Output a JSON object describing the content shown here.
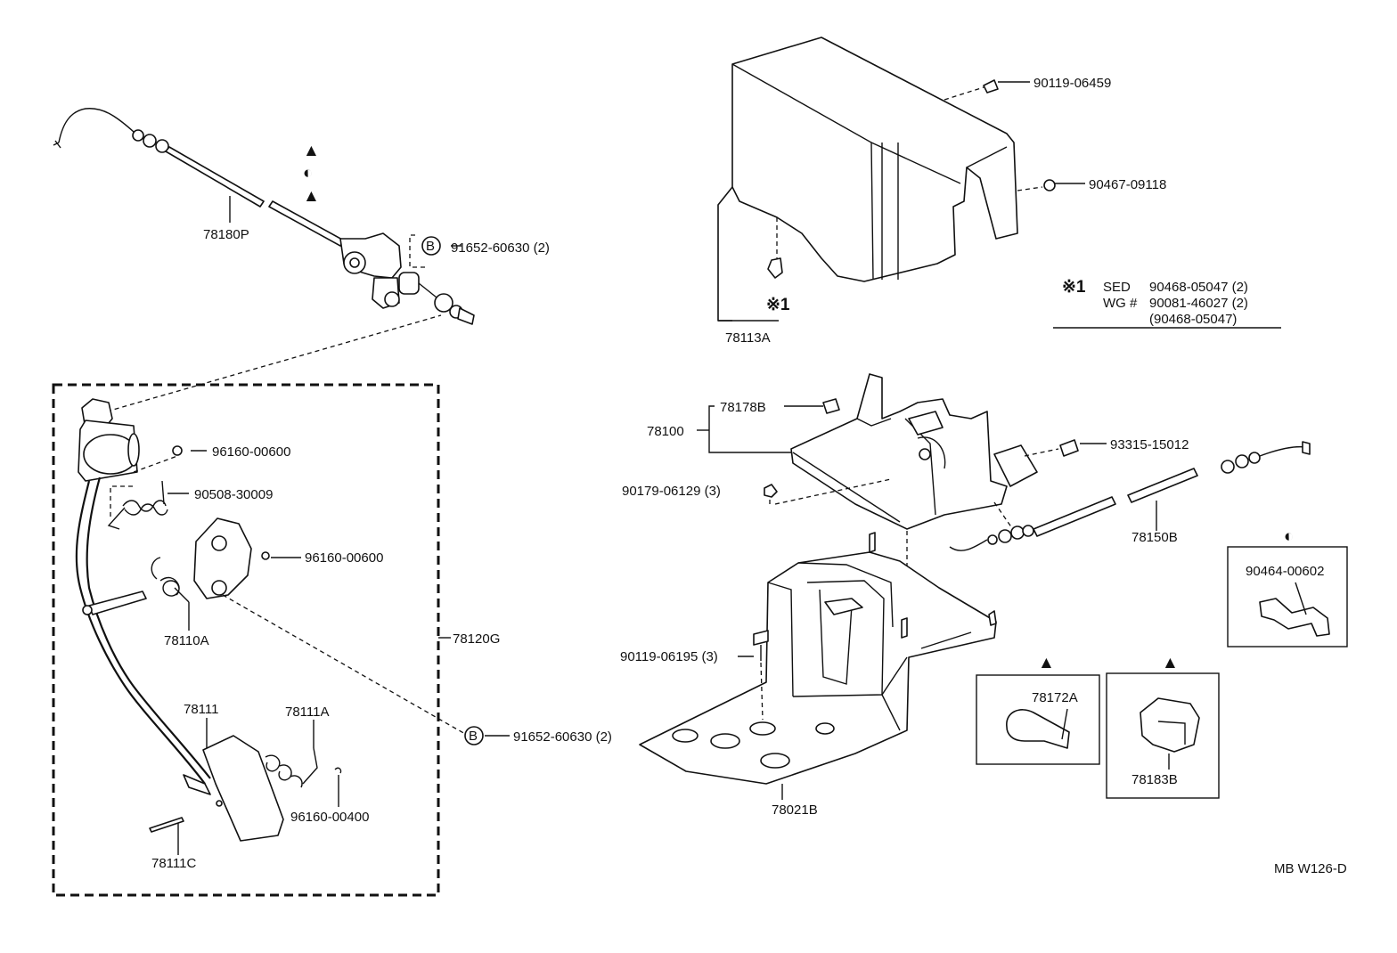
{
  "labels": {
    "p78180P": "78180P",
    "p91652_top": "91652-60630 (2)",
    "p96160_a": "96160-00600",
    "p90508": "90508-30009",
    "p96160_b": "96160-00600",
    "p78110A": "78110A",
    "p78120G": "78120G",
    "p91652_bot": "91652-60630 (2)",
    "p78111": "78111",
    "p78111A": "78111A",
    "p96160_c": "96160-00400",
    "p78111C": "78111C",
    "p90119_06459": "90119-06459",
    "p90467": "90467-09118",
    "p78113A": "78113A",
    "p78178B": "78178B",
    "p78100": "78100",
    "p93315": "93315-15012",
    "p90179": "90179-06129 (3)",
    "p78150B": "78150B",
    "p90464": "90464-00602",
    "p90119_06195": "90119-06195 (3)",
    "p78172A": "78172A",
    "p78183B": "78183B",
    "p78021B": "78021B",
    "ref": "MB W126-D"
  },
  "note": {
    "mark": "※1",
    "line1_model": "SED",
    "line1_part": "90468-05047 (2)",
    "line2_model": "WG #",
    "line2_part": "90081-46027 (2)",
    "line3_part": "(90468-05047)"
  },
  "marker_mark": "※1",
  "bolt_callout": "B",
  "symbols": {
    "triangle": "▲",
    "half_circle": "◐"
  }
}
